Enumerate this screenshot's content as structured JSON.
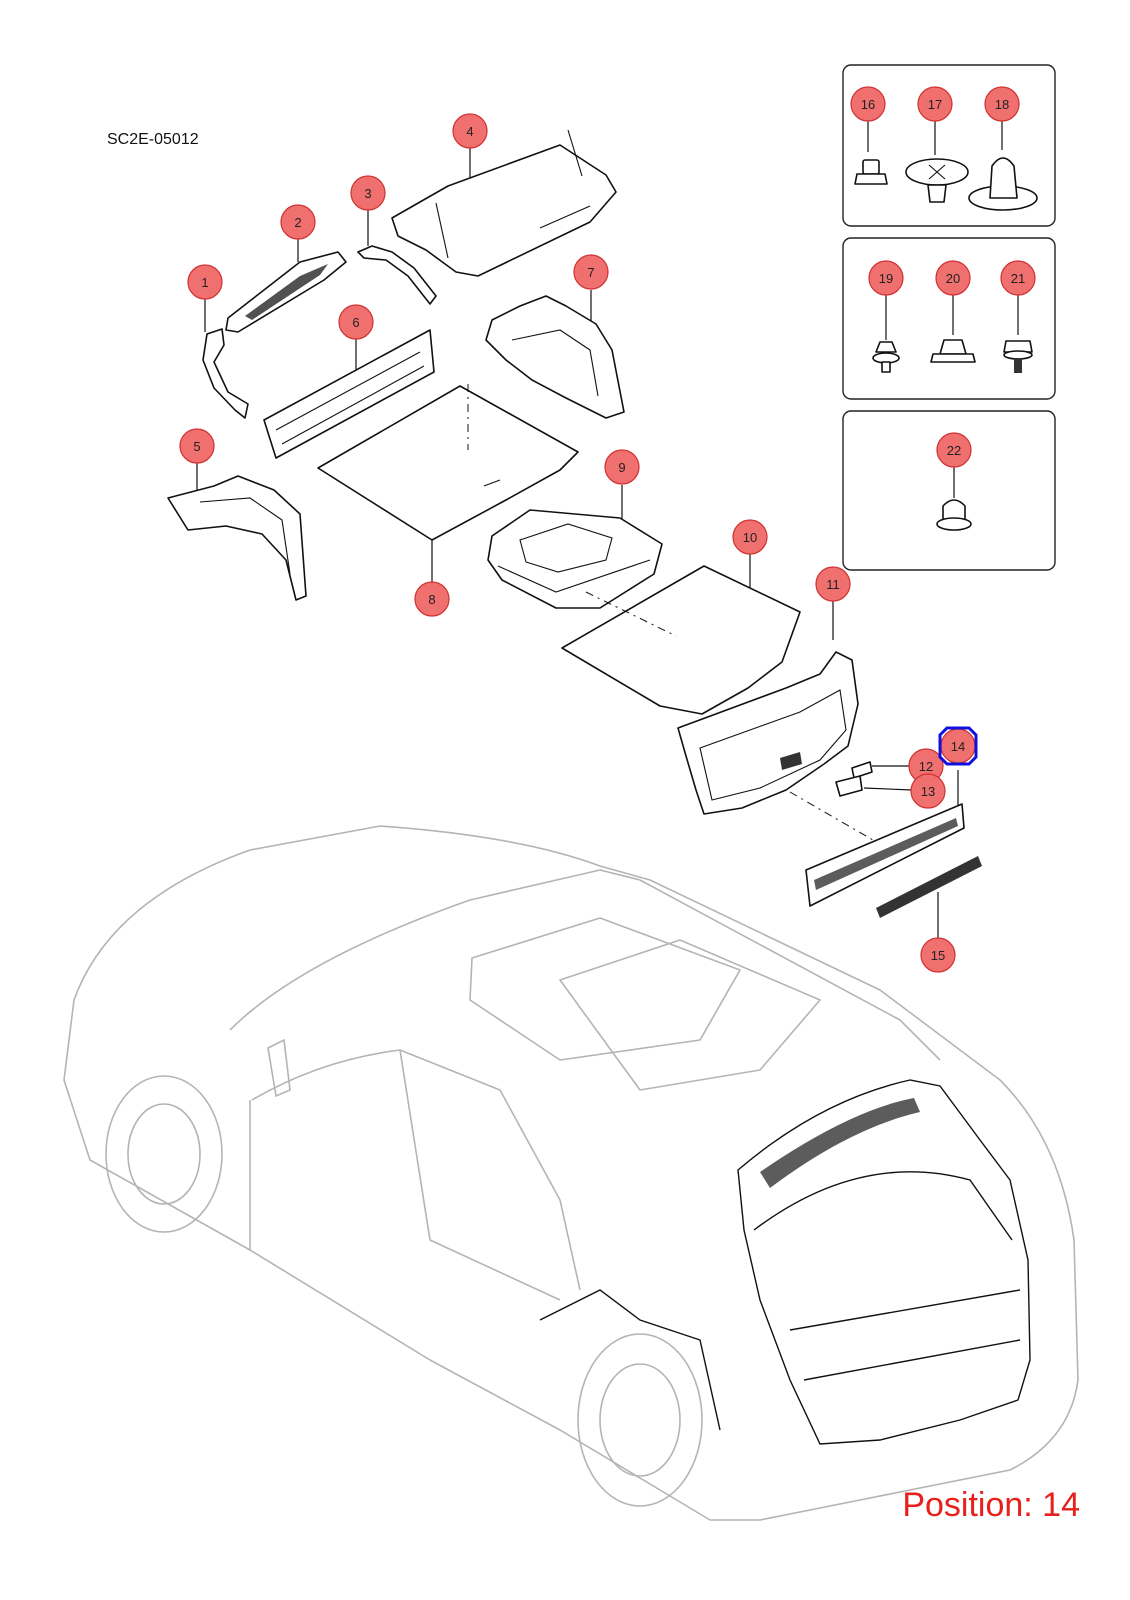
{
  "document_code": "SC2E-05012",
  "position_label": "Position: 14",
  "selected_part": "14",
  "colors": {
    "callout_fill": "#f07070",
    "callout_stroke": "#d03030",
    "highlight": "#1010e0",
    "position_text": "#e8201c",
    "car_outline": "#b4b4b4",
    "line": "#111111"
  },
  "callouts": [
    {
      "id": "1",
      "label": "1"
    },
    {
      "id": "2",
      "label": "2"
    },
    {
      "id": "3",
      "label": "3"
    },
    {
      "id": "4",
      "label": "4"
    },
    {
      "id": "5",
      "label": "5"
    },
    {
      "id": "6",
      "label": "6"
    },
    {
      "id": "7",
      "label": "7"
    },
    {
      "id": "8",
      "label": "8"
    },
    {
      "id": "9",
      "label": "9"
    },
    {
      "id": "10",
      "label": "10"
    },
    {
      "id": "11",
      "label": "11"
    },
    {
      "id": "12",
      "label": "12"
    },
    {
      "id": "13",
      "label": "13"
    },
    {
      "id": "14",
      "label": "14"
    },
    {
      "id": "15",
      "label": "15"
    },
    {
      "id": "16",
      "label": "16"
    },
    {
      "id": "17",
      "label": "17"
    },
    {
      "id": "18",
      "label": "18"
    },
    {
      "id": "19",
      "label": "19"
    },
    {
      "id": "20",
      "label": "20"
    },
    {
      "id": "21",
      "label": "21"
    },
    {
      "id": "22",
      "label": "22"
    }
  ]
}
